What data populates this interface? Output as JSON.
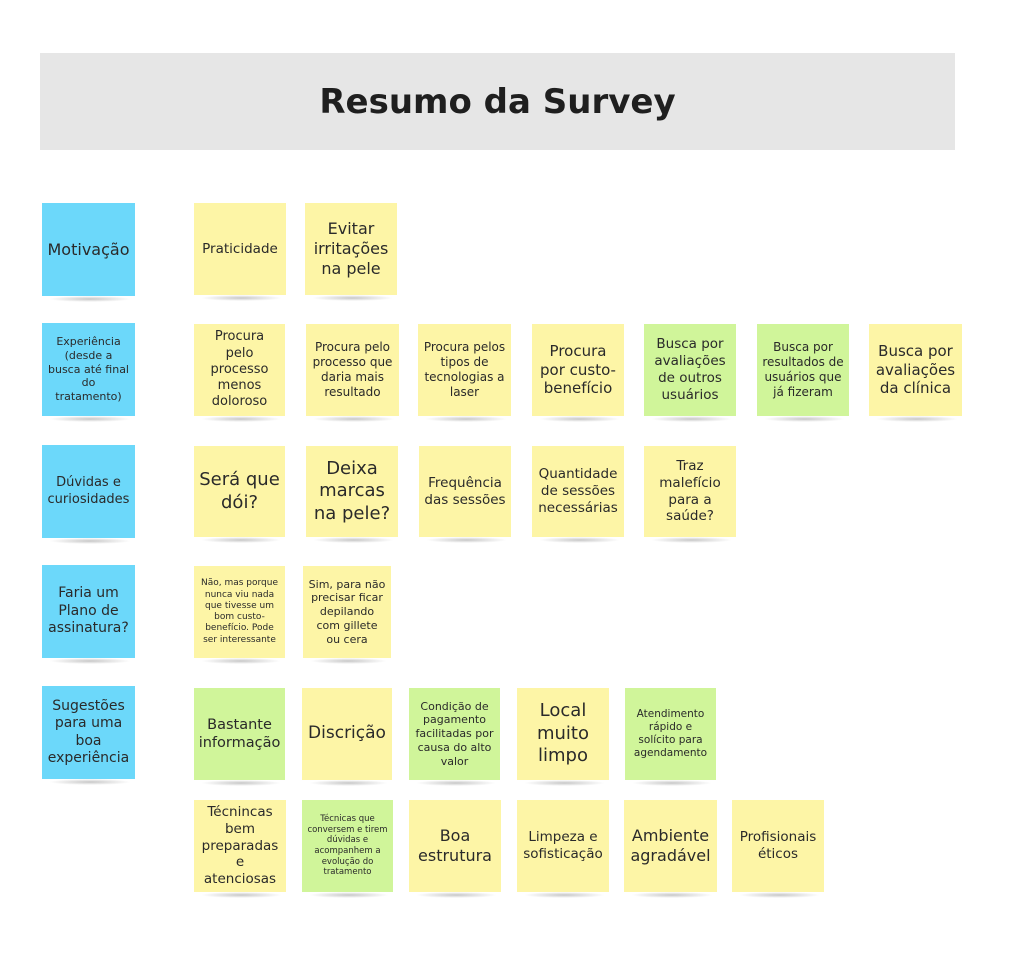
{
  "title": "Resumo da Survey",
  "colors": {
    "category": "#6cd8fa",
    "note": "#fdf5a6",
    "highlight": "#d0f59a"
  },
  "rows": [
    {
      "category": "Motivação",
      "notes": [
        "Praticidade",
        "Evitar irritações na pele"
      ]
    },
    {
      "category": "Experiência (desde a busca até final do tratamento)",
      "notes": [
        "Procura pelo processo menos doloroso",
        "Procura pelo processo que daria mais resultado",
        "Procura pelos tipos de tecnologias a laser",
        "Procura por custo-benefício",
        "Busca por avaliações de outros usuários",
        "Busca por resultados de usuários que já fizeram",
        "Busca por avaliações da clínica"
      ]
    },
    {
      "category": "Dúvidas e curiosidades",
      "notes": [
        "Será que dói?",
        "Deixa marcas na pele?",
        "Frequência das sessões",
        "Quantidade de sessões necessárias",
        "Traz malefício para a saúde?"
      ]
    },
    {
      "category": "Faria um Plano de assinatura?",
      "notes": [
        "Não, mas porque nunca viu nada que tivesse um bom custo-benefício. Pode ser interessante",
        "Sim, para não precisar ficar depilando com gillete ou cera"
      ]
    },
    {
      "category": "Sugestões para uma boa experiência",
      "notes": [
        "Bastante informação",
        "Discrição",
        "Condição de pagamento facilitadas por causa do alto valor",
        "Local muito limpo",
        "Atendimento rápido e solícito para agendamento",
        "Técnincas bem preparadas e atenciosas",
        "Técnicas que conversem e tirem dúvidas e acompanhem a evolução do tratamento",
        "Boa estrutura",
        "Limpeza e sofisticação",
        "Ambiente agradável",
        "Profisionais éticos"
      ]
    }
  ]
}
